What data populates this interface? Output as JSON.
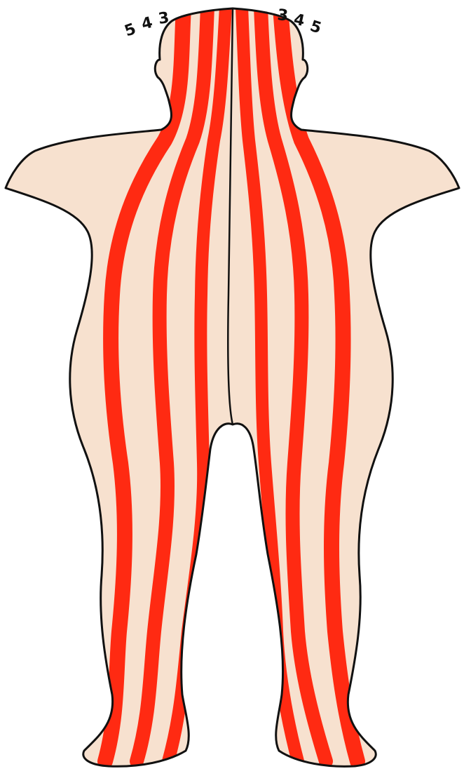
{
  "figure": {
    "colors": {
      "background": "#ffffff",
      "skin": "#f7e1cf",
      "outline": "#111111",
      "line": "#ff2a12"
    },
    "left_labels": [
      "5",
      "4",
      "3"
    ],
    "right_labels": [
      "3",
      "4",
      "5"
    ]
  }
}
